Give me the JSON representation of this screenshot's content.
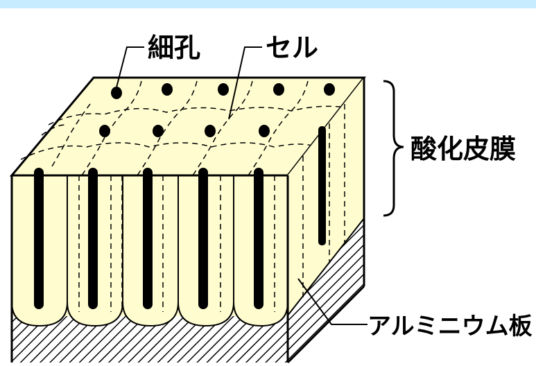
{
  "labels": {
    "pore": "細孔",
    "cell": "セル",
    "oxide_film": "酸化皮膜",
    "aluminum_plate": "アルミニウム板"
  },
  "colors": {
    "background": "#ffffff",
    "top_band": "#c8ecff",
    "cell_fill": "#fffdd0",
    "outline": "#000000",
    "hatch": "#000000"
  },
  "icons": {
    "brace": "right-curly-brace"
  }
}
